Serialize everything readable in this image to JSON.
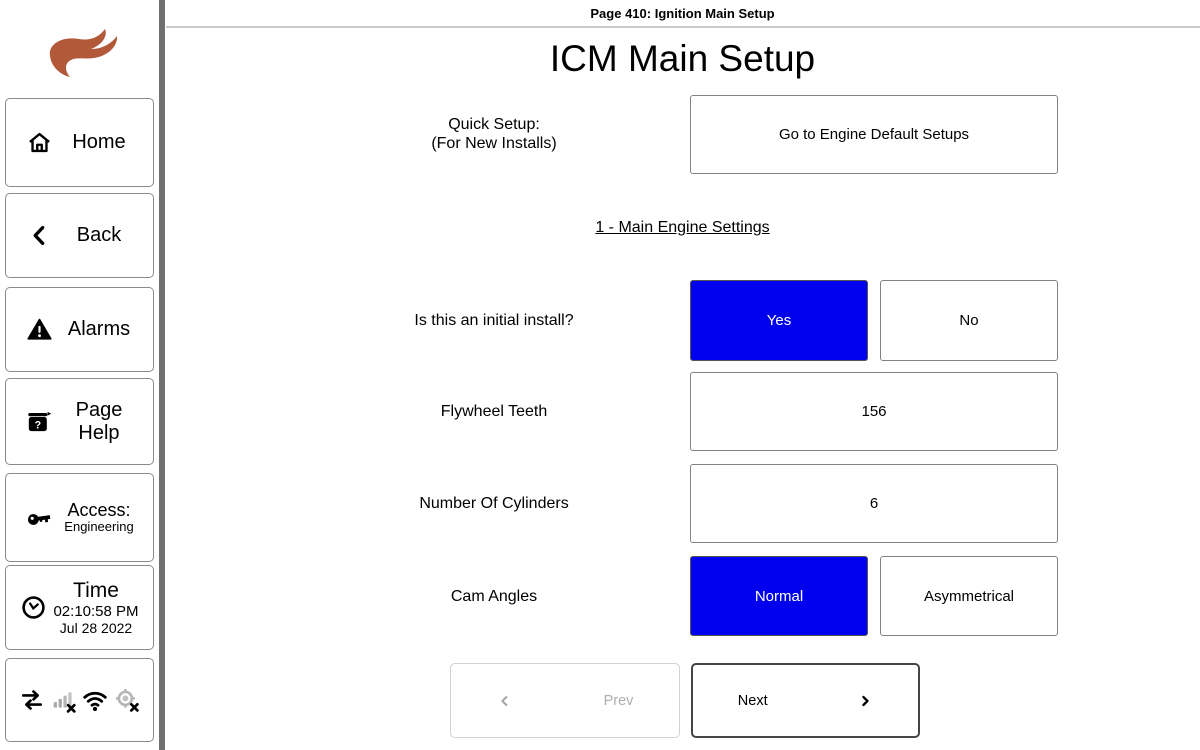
{
  "header": {
    "page_title": "Page 410: Ignition Main Setup"
  },
  "sidebar": {
    "logo_icon": "flame-swirl-logo",
    "home_label": "Home",
    "back_label": "Back",
    "alarms_label": "Alarms",
    "page_help_line1": "Page",
    "page_help_line2": "Help",
    "access_label": "Access:",
    "access_level": "Engineering",
    "time_label": "Time",
    "time_value": "02:10:58 PM",
    "time_date": "Jul 28 2022",
    "status_icons": [
      "network-swap-icon",
      "cell-signal-off-icon",
      "wifi-icon",
      "gps-off-icon"
    ]
  },
  "main": {
    "title": "ICM Main Setup",
    "quick_setup": {
      "label_line1": "Quick Setup:",
      "label_line2": "(For New Installs)",
      "button_label": "Go to Engine Default Setups"
    },
    "section_link": "1 - Main Engine Settings",
    "fields": {
      "initial_install": {
        "label": "Is this an initial install?",
        "options": [
          "Yes",
          "No"
        ],
        "selected": "Yes"
      },
      "flywheel_teeth": {
        "label": "Flywheel Teeth",
        "value": "156"
      },
      "cylinders": {
        "label": "Number Of Cylinders",
        "value": "6"
      },
      "cam_angles": {
        "label": "Cam Angles",
        "options": [
          "Normal",
          "Asymmetrical"
        ],
        "selected": "Normal"
      }
    },
    "nav": {
      "prev_label": "Prev",
      "next_label": "Next"
    }
  },
  "colors": {
    "selected_option": "#0000ee",
    "logo_orange": "#b2593a"
  }
}
